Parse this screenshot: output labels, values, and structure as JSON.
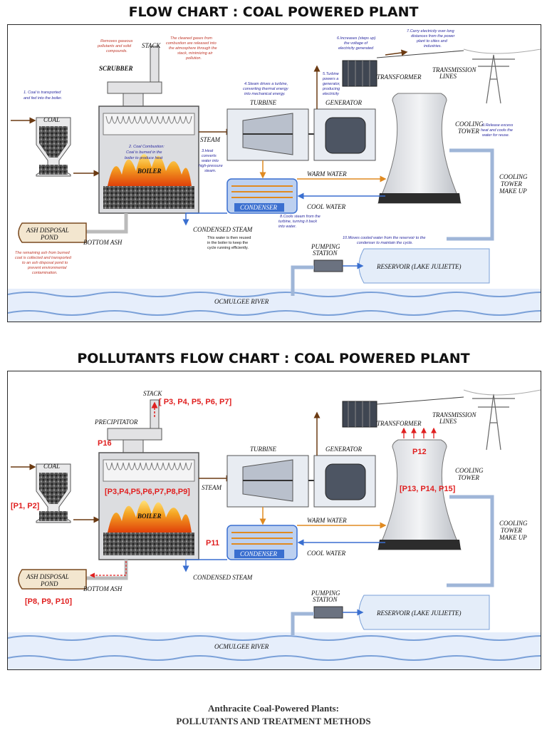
{
  "titles": {
    "top": "FLOW CHART : COAL POWERED PLANT",
    "bottom": "POLLUTANTS FLOW CHART : COAL POWERED PLANT"
  },
  "labels": {
    "stack": "STACK",
    "scrubber": "SCRUBBER",
    "precipitator": "PRECIPITATOR",
    "coal": "COAL",
    "boiler": "BOILER",
    "steam": "STEAM",
    "turbine": "TURBINE",
    "generator": "GENERATOR",
    "transformer": "TRANSFORMER",
    "transmission1": "TRANSMISSION",
    "transmission2": "LINES",
    "cooling1": "COOLING",
    "cooling2": "TOWER",
    "makeup1": "COOLING",
    "makeup2": "TOWER",
    "makeup3": "MAKE UP",
    "warm_water": "WARM WATER",
    "cool_water": "COOL WATER",
    "condenser": "CONDENSER",
    "condensed_steam": "CONDENSED STEAM",
    "ash1": "ASH DISPOSAL",
    "ash2": "POND",
    "bottom_ash": "BOTTOM ASH",
    "pumping1": "PUMPING",
    "pumping2": "STATION",
    "reservoir": "RESERVOIR (LAKE JULIETTE)",
    "river": "OCMULGEE RIVER"
  },
  "steps": {
    "s1a": "1. Coal is transported",
    "s1b": "and fed into the boiler.",
    "s2a": "2. Coal Combustion:",
    "s2b": "Coal is burned in the",
    "s2c": "boiler to produce heat",
    "s3a": "3.Heat",
    "s3b": "converts",
    "s3c": "water into",
    "s3d": "high-pressure",
    "s3e": "steam.",
    "s4a": "4.Steam drives a turbine,",
    "s4b": "converting thermal energy",
    "s4c": "into mechanical energy.",
    "s5a": "5.Turbine",
    "s5b": "powers a",
    "s5c": "generator,",
    "s5d": "producing",
    "s5e": "electricity",
    "s6a": "6.Increases (steps up)",
    "s6b": "the voltage of",
    "s6c": "electricity generated",
    "s7a": "7.Carry electricity over long",
    "s7b": "distances from the power",
    "s7c": "plant to cities and",
    "s7d": "industries.",
    "s8a": "8.Cools steam from the",
    "s8b": "turbine, turning it back",
    "s8c": "into water.",
    "s9a": "9.Release excess",
    "s9b": "heat and cools the",
    "s9c": "water for reuse.",
    "s10": "10.Moves cooled water from the reservoir to the",
    "s10b": "condenser to maintain the cycle.",
    "scrub_a": "Removes gaseous",
    "scrub_b": "pollutants and solid",
    "scrub_c": "compounds.",
    "stack_a": "The cleaned gases from",
    "stack_b": "combustion are released into",
    "stack_c": "the atmosphere through the",
    "stack_d": "stack, minimizing air",
    "stack_e": "pollution.",
    "ash_a": "The remaining ash from burned",
    "ash_b": "coal is collected and transported",
    "ash_c": "to an ash disposal pond to",
    "ash_d": "prevent environmental",
    "ash_e": "contamination.",
    "cond_a": "This water is then reused",
    "cond_b": "in the boiler to keep the",
    "cond_c": "cycle running efficiently."
  },
  "pollutants": {
    "stack": "[ P3, P4, P5, P6, P7]",
    "precipitator": "P16",
    "coal": "[P1, P2]",
    "boiler": "[P3,P4,P5,P6,P7,P8,P9]",
    "condenser": "P11",
    "ash": "[P8, P9, P10]",
    "tower_top": "P12",
    "tower_mid": "[P13, P14, P15]"
  },
  "footer": {
    "line1": "Anthracite Coal-Powered Plants:",
    "line2": "POLLUTANTS AND TREATMENT METHODS"
  }
}
